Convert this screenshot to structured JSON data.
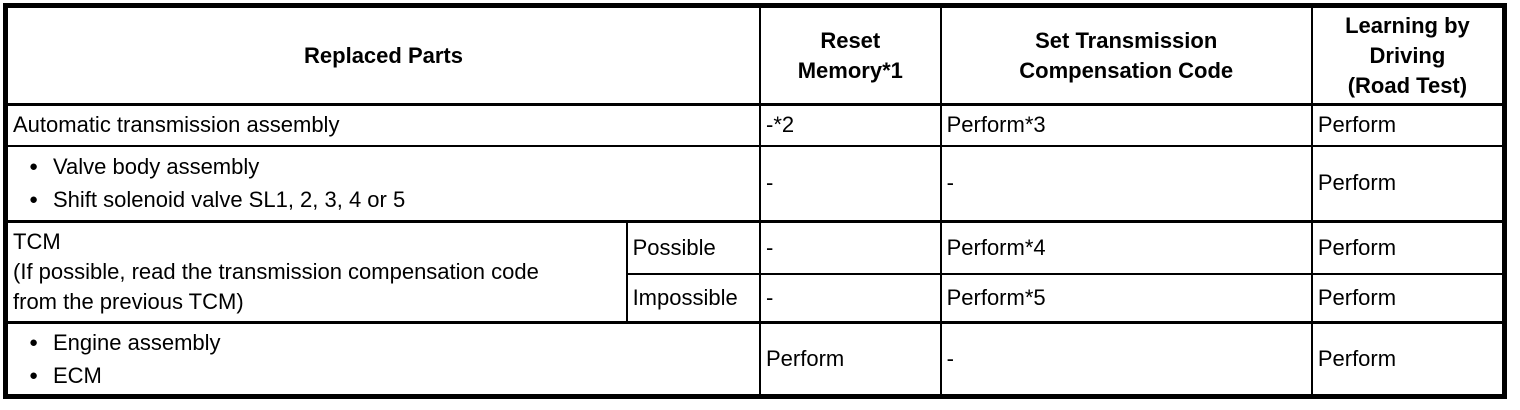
{
  "doc_type": "service-manual-table",
  "icons": {
    "bullet": "●"
  },
  "columns": {
    "replaced_parts": "Replaced Parts",
    "reset_memory": "Reset\nMemory*1",
    "set_transmission_compensation_code": "Set Transmission\nCompensation Code",
    "learning_by_driving": "Learning by\nDriving\n(Road Test)"
  },
  "rows": {
    "automatic_transmission": {
      "label": "Automatic transmission assembly",
      "reset_memory": "-*2",
      "set_code": "Perform*3",
      "learning": "Perform"
    },
    "valve_body": {
      "items": [
        "Valve body assembly",
        "Shift solenoid valve SL1, 2, 3, 4 or 5"
      ],
      "reset_memory": "-",
      "set_code": "-",
      "learning": "Perform"
    },
    "tcm": {
      "label": "TCM\n(If possible, read the transmission compensation code\nfrom the previous TCM)",
      "possible": {
        "condition": "Possible",
        "reset_memory": "-",
        "set_code": "Perform*4",
        "learning": "Perform"
      },
      "impossible": {
        "condition": "Impossible",
        "reset_memory": "-",
        "set_code": "Perform*5",
        "learning": "Perform"
      }
    },
    "engine_ecm": {
      "items": [
        "Engine assembly",
        "ECM"
      ],
      "reset_memory": "Perform",
      "set_code": "-",
      "learning": "Perform"
    }
  },
  "colors": {
    "border": "#000000",
    "background": "#ffffff",
    "text": "#000000"
  }
}
